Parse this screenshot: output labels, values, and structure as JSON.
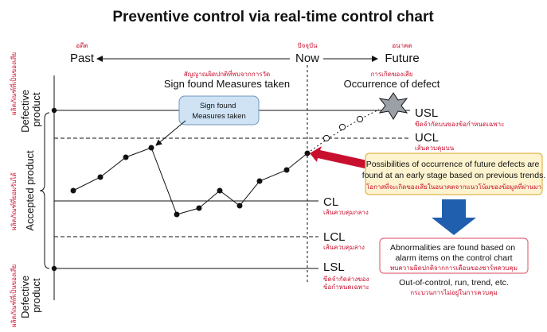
{
  "title": "Preventive control via real-time control chart",
  "timeline": {
    "past": "Past",
    "past_th": "อดีต",
    "now": "Now",
    "now_th": "ปัจจุบัน",
    "future": "Future",
    "future_th": "อนาคต"
  },
  "zones": {
    "defective_top": [
      "Defective",
      "product"
    ],
    "defective_top_th": "ผลิตภัณฑ์ที่เป็นของเสีย",
    "accepted": "Accepted product",
    "accepted_th": "ผลิตภัณฑ์ที่ยอมรับได้",
    "defective_bottom": [
      "Defective",
      "product"
    ],
    "defective_bottom_th": "ผลิตภัณฑ์ที่เป็นของเสีย"
  },
  "lines": {
    "usl": "USL",
    "usl_th": "ขีดจำกัดบนของข้อกำหนดเฉพาะ",
    "ucl": "UCL",
    "ucl_th": "เส้นควบคุมบน",
    "cl": "CL",
    "cl_th": "เส้นควบคุมกลาง",
    "lcl": "LCL",
    "lcl_th": "เส้นควบคุมล่าง",
    "lsl": "LSL",
    "lsl_th": [
      "ขีดจำกัดล่างของ",
      "ข้อกำหนดเฉพาะ"
    ]
  },
  "sign_found": {
    "th": "สัญญาณผิดปกติที่พบจากการวัด",
    "en": "Sign found Measures taken",
    "bubble": [
      "Sign found",
      "Measures taken"
    ]
  },
  "occurrence": {
    "th": "การเกิดของเสีย",
    "en": "Occurrence of defect"
  },
  "possibility_box": {
    "en": [
      "Possibilities of occurrence of future defects are",
      "found at an early stage based on previous trends."
    ],
    "th": "โอกาสที่จะเกิดของเสียในอนาคตจากแนวโน้มของข้อมูลที่ผ่านมา"
  },
  "abnormal_box": {
    "en": [
      "Abnormalities are found based on",
      "alarm items on the control chart"
    ],
    "th": "พบความผิดปกติจากการเตือนของชาร์ทควบคุม"
  },
  "footer": {
    "en": "Out-of-control, run, trend, etc.",
    "th": "กระบวนการไม่อยู่ในการควบคุม"
  },
  "colors": {
    "red_arrow": "#c8102e",
    "blue_arrow": "#1f5fae",
    "bubble_fill": "#cfe3f5",
    "possibility_fill": "#fdf3cf",
    "possibility_border": "#e0b34d",
    "abnormal_border": "#e26b7d",
    "thai_text": "#c8102e"
  }
}
